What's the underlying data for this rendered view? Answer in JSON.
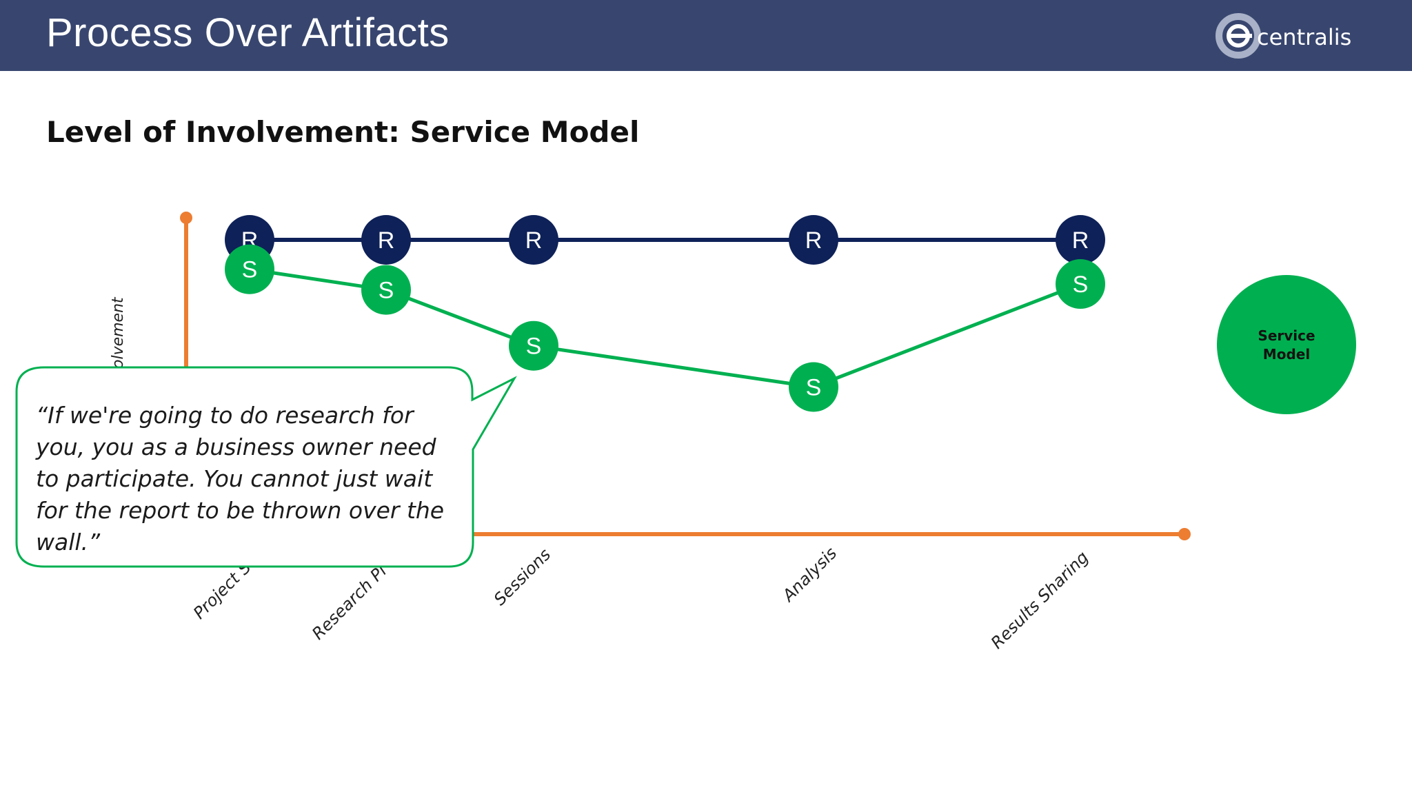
{
  "header": {
    "title": "Process Over Artifacts",
    "logo_text": "centralis"
  },
  "slide": {
    "subtitle": "Level of Involvement: Service Model"
  },
  "colors": {
    "header_bg": "#38466f",
    "researcher": "#0e2158",
    "stakeholder": "#00b050",
    "axis": "#ed7d31"
  },
  "chart_data": {
    "type": "line",
    "ylabel": "Level of Involvement",
    "ylabel_visible": "olvement",
    "categories": [
      "Project Start",
      "Research Planning",
      "Sessions",
      "Analysis",
      "Results Sharing"
    ],
    "categories_visible": [
      "Project St",
      "Research Pl",
      "Sessions",
      "Analysis",
      "Results Sharing"
    ],
    "ylim": [
      0,
      10
    ],
    "series": [
      {
        "marker": "R",
        "values": [
          10,
          10,
          10,
          10,
          10
        ]
      },
      {
        "marker": "S",
        "values": [
          9.0,
          8.3,
          6.4,
          5.0,
          8.5
        ]
      }
    ],
    "legend_model": "Service Model"
  },
  "callout": {
    "quote": "“If we're going to do research for you, you as a business owner need to participate. You cannot just wait for the report to be thrown over the wall.”"
  }
}
